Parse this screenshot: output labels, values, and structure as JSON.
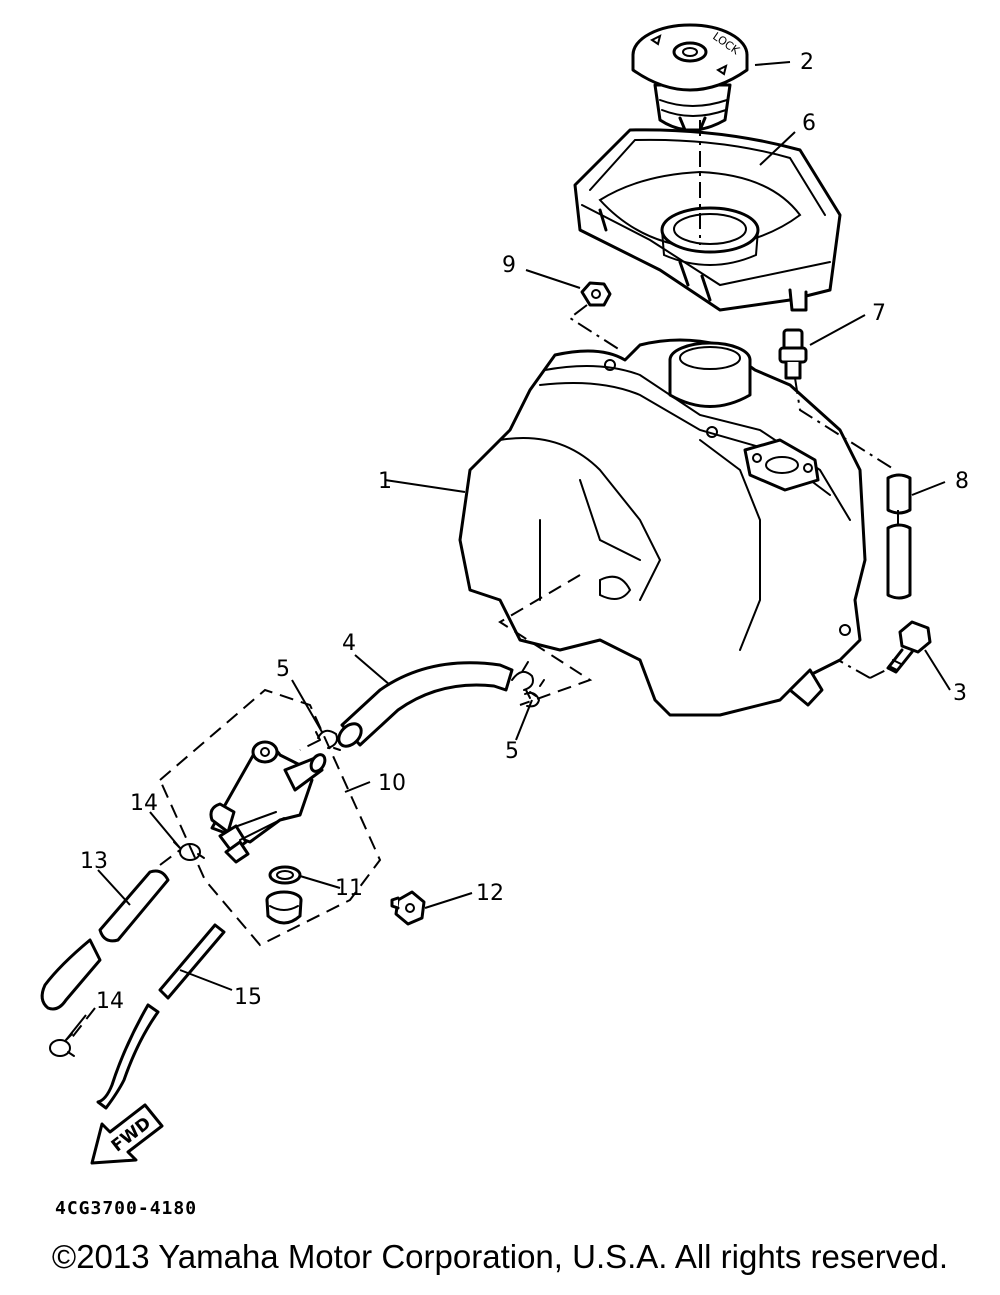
{
  "diagram": {
    "callouts": [
      "1",
      "2",
      "3",
      "4",
      "5",
      "5",
      "6",
      "7",
      "8",
      "9",
      "10",
      "11",
      "12",
      "13",
      "14",
      "14",
      "15"
    ],
    "cap_marking": "LOCK",
    "direction_label": "FWD",
    "drawing_code": "4CG3700-4180"
  },
  "footer": {
    "copyright": "©2013 Yamaha Motor Corporation, U.S.A. All rights reserved."
  }
}
